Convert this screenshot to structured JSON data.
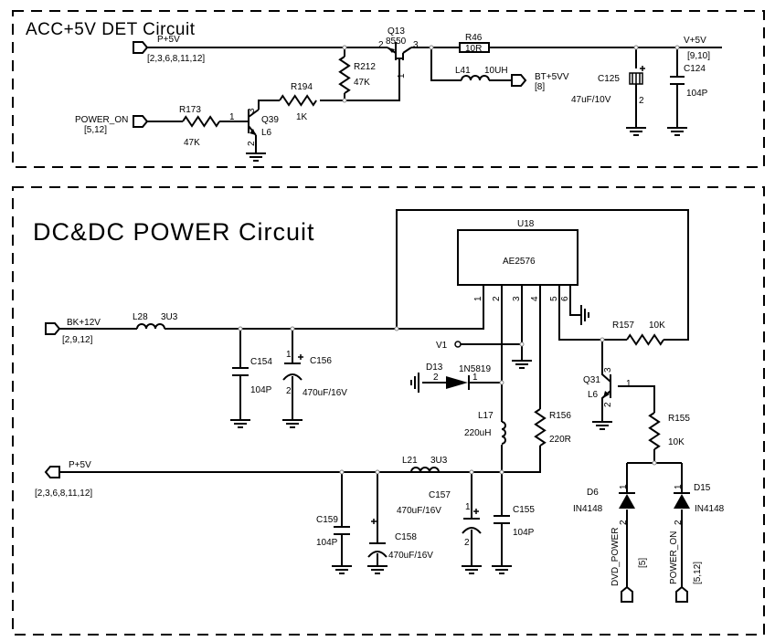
{
  "acc": {
    "title": "ACC+5V DET Circuit",
    "p5v": {
      "label": "P+5V",
      "refs": "[2,3,6,8,11,12]"
    },
    "power_on": {
      "label": "POWER_ON",
      "refs": "[5,12]"
    },
    "r173": {
      "ref": "R173",
      "value": "47K"
    },
    "r194": {
      "ref": "R194",
      "value": "1K"
    },
    "r212": {
      "ref": "R212",
      "value": "47K"
    },
    "q39": {
      "ref": "Q39",
      "type": "L6",
      "pin1": "1",
      "pin2": "2",
      "pin3": "3"
    },
    "q13": {
      "ref": "Q13",
      "type": "8550",
      "pin1": "1",
      "pin2": "2",
      "pin3": "3"
    },
    "r46": {
      "ref": "R46",
      "value": "10R"
    },
    "l41": {
      "ref": "L41",
      "value": "10UH"
    },
    "bt5vv": {
      "label": "BT+5VV",
      "refs": "[8]"
    },
    "c125": {
      "ref": "C125",
      "value": "47uF/10V",
      "pin2": "2"
    },
    "c124": {
      "ref": "C124",
      "value": "104P"
    },
    "v5v": {
      "label": "V+5V",
      "refs": "[9,10]"
    }
  },
  "dcdc": {
    "title": "DC&DC POWER Circuit",
    "u18": {
      "ref": "U18",
      "part": "AE2576",
      "pins": [
        "1",
        "2",
        "3",
        "4",
        "5",
        "6"
      ]
    },
    "bk12v": {
      "label": "BK+12V",
      "refs": "[2,9,12]"
    },
    "l28": {
      "ref": "L28",
      "value": "3U3"
    },
    "c154": {
      "ref": "C154",
      "value": "104P"
    },
    "c156": {
      "ref": "C156",
      "value": "470uF/16V",
      "pin1": "1",
      "pin2": "2"
    },
    "v1": {
      "label": "V1"
    },
    "d13": {
      "ref": "D13",
      "part": "1N5819",
      "pin1": "1",
      "pin2": "2"
    },
    "l17": {
      "ref": "L17",
      "value": "220uH"
    },
    "r156": {
      "ref": "R156",
      "value": "220R"
    },
    "r157": {
      "ref": "R157",
      "value": "10K"
    },
    "q31": {
      "ref": "Q31",
      "type": "L6",
      "pin1": "1",
      "pin2": "2",
      "pin3": "3"
    },
    "r155": {
      "ref": "R155",
      "value": "10K"
    },
    "d6": {
      "ref": "D6",
      "part": "IN4148",
      "pin1": "1",
      "pin2": "2"
    },
    "d15": {
      "ref": "D15",
      "part": "IN4148",
      "pin1": "1",
      "pin2": "2"
    },
    "dvd_power": {
      "label": "DVD_POWER",
      "refs": "[5]"
    },
    "power_on": {
      "label": "POWER_ON",
      "refs": "[5,12]"
    },
    "p5v": {
      "label": "P+5V",
      "refs": "[2,3,6,8,11,12]"
    },
    "l21": {
      "ref": "L21",
      "value": "3U3"
    },
    "c159": {
      "ref": "C159",
      "value": "104P"
    },
    "c158": {
      "ref": "C158",
      "value": "470uF/16V"
    },
    "c157": {
      "ref": "C157",
      "value": "470uF/16V",
      "pin1": "1",
      "pin2": "2"
    },
    "c155": {
      "ref": "C155",
      "value": "104P"
    }
  }
}
